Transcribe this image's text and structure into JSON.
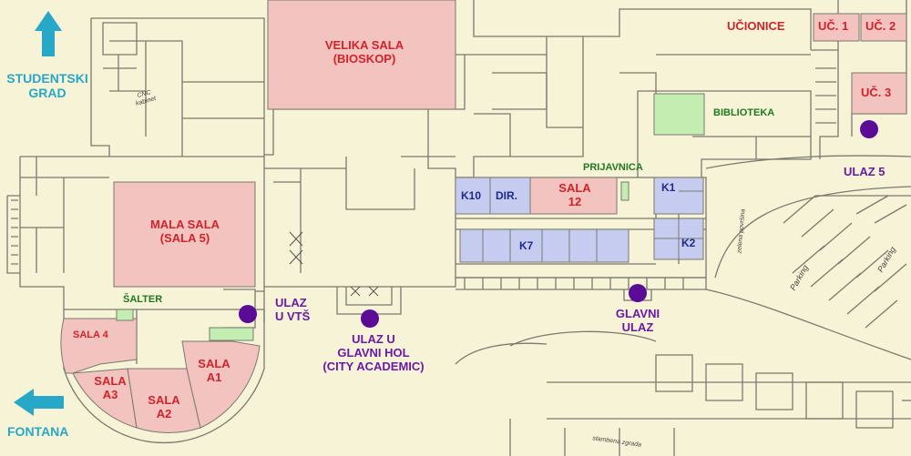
{
  "colors": {
    "background": "#f6f3d6",
    "hall_fill": "#f2c3bf",
    "hall_label": "#d2232a",
    "office_fill": "#c5ccef",
    "office_label": "#1f2a8c",
    "green_fill": "#c4eeb1",
    "green_label": "#1f7a1f",
    "entrance_dot": "#5b0c96",
    "entrance_label": "#6a1aa6",
    "arrow": "#27a8c8",
    "walls": "#7a7a70"
  },
  "directions": {
    "north": {
      "line1": "STUDENTSKI",
      "line2": "GRAD",
      "icon": "arrow-up-icon"
    },
    "west": {
      "label": "FONTANA",
      "icon": "arrow-left-icon"
    }
  },
  "halls": {
    "velika_sala": {
      "line1": "VELIKA SALA",
      "line2": "(BIOSKOP)"
    },
    "mala_sala": {
      "line1": "MALA SALA",
      "line2": "(SALA 5)"
    },
    "sala_4": "SALA 4",
    "sala_a3": {
      "line1": "SALA",
      "line2": "A3"
    },
    "sala_a2": {
      "line1": "SALA",
      "line2": "A2"
    },
    "sala_a1": {
      "line1": "SALA",
      "line2": "A1"
    },
    "sala_12": {
      "line1": "SALA",
      "line2": "12"
    },
    "ucionice": "UČIONICE",
    "uc1": "UČ. 1",
    "uc2": "UČ. 2",
    "uc3": "UČ. 3"
  },
  "services": {
    "salter": "ŠALTER",
    "biblioteka": "BIBLIOTEKA",
    "prijavnica": "PRIJAVNICA"
  },
  "offices": {
    "k10": "K10",
    "dir": "DIR.",
    "k1": "K1",
    "k7": "K7",
    "k2": "K2"
  },
  "entrances": {
    "vts": {
      "line1": "ULAZ",
      "line2": "U VTŠ"
    },
    "glavni_hol": {
      "line1": "ULAZ U",
      "line2": "GLAVNI HOL",
      "line3": "(CITY ACADEMIC)"
    },
    "glavni": {
      "line1": "GLAVNI",
      "line2": "ULAZ"
    },
    "ulaz5": "ULAZ 5"
  },
  "small_labels": {
    "cnc": {
      "line1": "CNC",
      "line2": "kabinet"
    },
    "zelena_povrsina": "zelena površina",
    "parking": "Parking",
    "stambena_zgrada": "stambena zgrada"
  }
}
